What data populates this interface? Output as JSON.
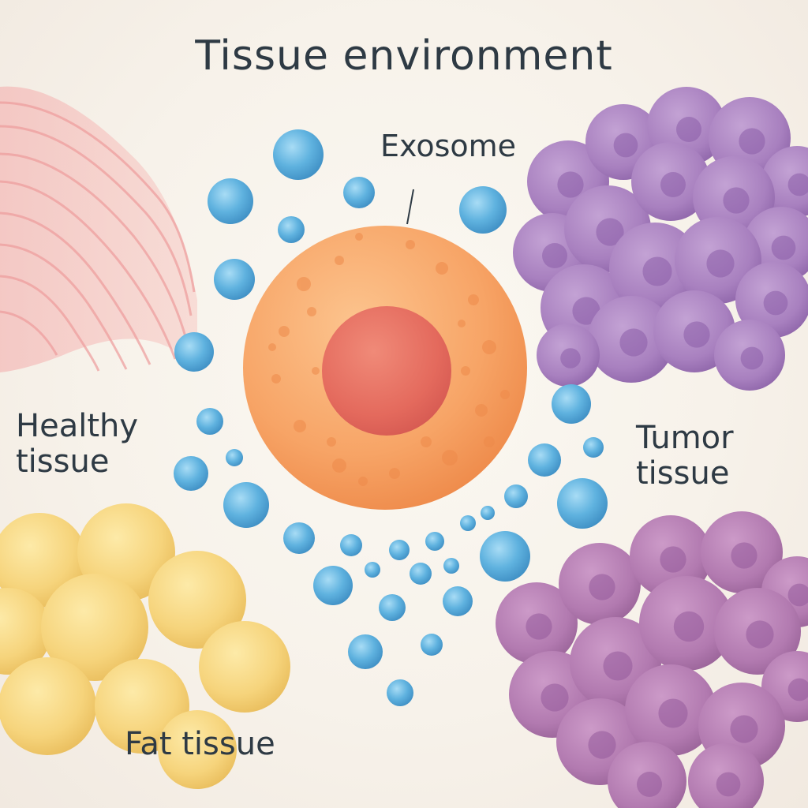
{
  "diagram": {
    "title": "Tissue environment",
    "labels": {
      "exosome": "Exosome",
      "healthy": "Healthy\ntissue",
      "tumor": "Tumor\ntissue",
      "fat": "Fat tissue"
    }
  },
  "colors": {
    "background": "#f7f2ea",
    "text": "#2e3a44",
    "exosome": "#5fb2df",
    "central_cell": "#f7a466",
    "nucleus": "#e46a5d",
    "tumor_cells": "#a880bf",
    "tumor_cells_lower": "#b27ab0",
    "fat_cells": "#f6d47c",
    "muscle_fibers": "#f0a5a5"
  }
}
